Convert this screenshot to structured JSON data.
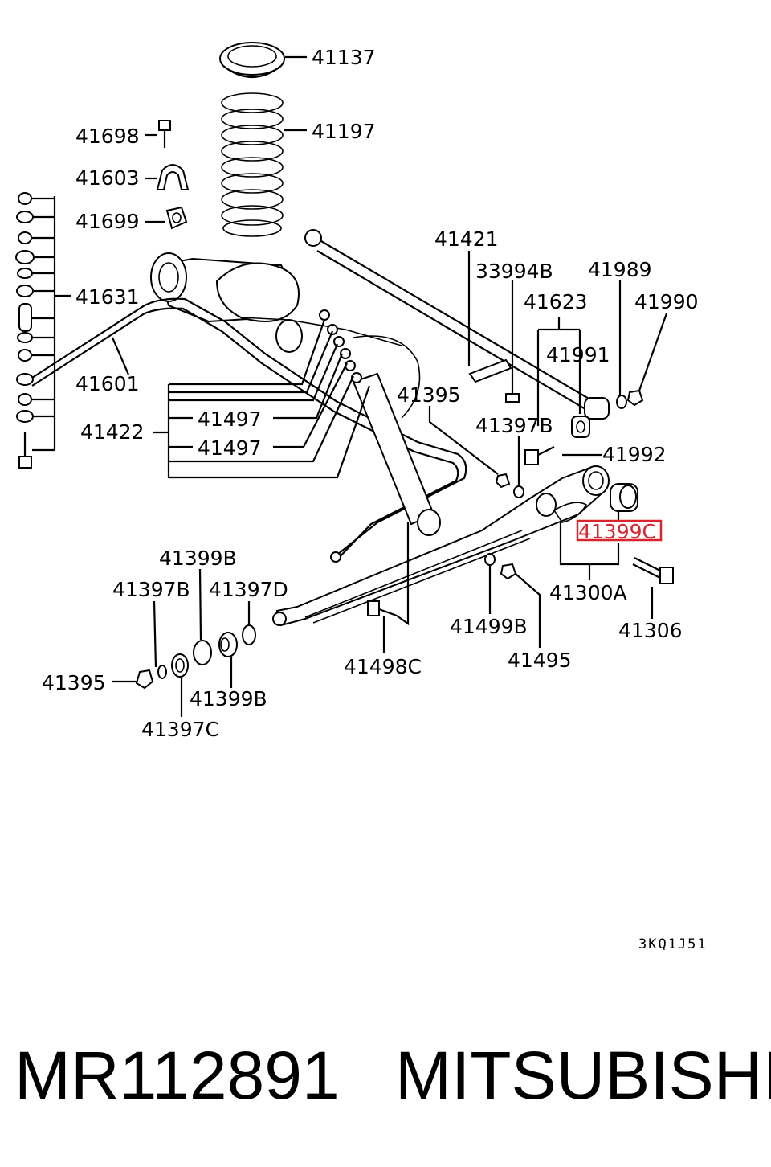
{
  "labels": {
    "l41137": "41137",
    "l41197": "41197",
    "l41698": "41698",
    "l41603": "41603",
    "l41699": "41699",
    "l41631": "41631",
    "l41601": "41601",
    "l41422": "41422",
    "l41497a": "41497",
    "l41497b": "41497",
    "l41421": "41421",
    "l33994b": "33994B",
    "l41989": "41989",
    "l41623": "41623",
    "l41990": "41990",
    "l41991": "41991",
    "l41395a": "41395",
    "l41397b_a": "41397B",
    "l41992": "41992",
    "l41399c": "41399C",
    "l41300a": "41300A",
    "l41306": "41306",
    "l41399b_a": "41399B",
    "l41397b_b": "41397B",
    "l41397d": "41397D",
    "l41395b": "41395",
    "l41399b_b": "41399B",
    "l41397c": "41397C",
    "l41498c": "41498C",
    "l41499b": "41499B",
    "l41495": "41495"
  },
  "diagram_code": "3KQ1J51",
  "highlight_color": "#d9232d",
  "footer": {
    "part_number": "MR112891",
    "brand": "MITSUBISHI"
  }
}
